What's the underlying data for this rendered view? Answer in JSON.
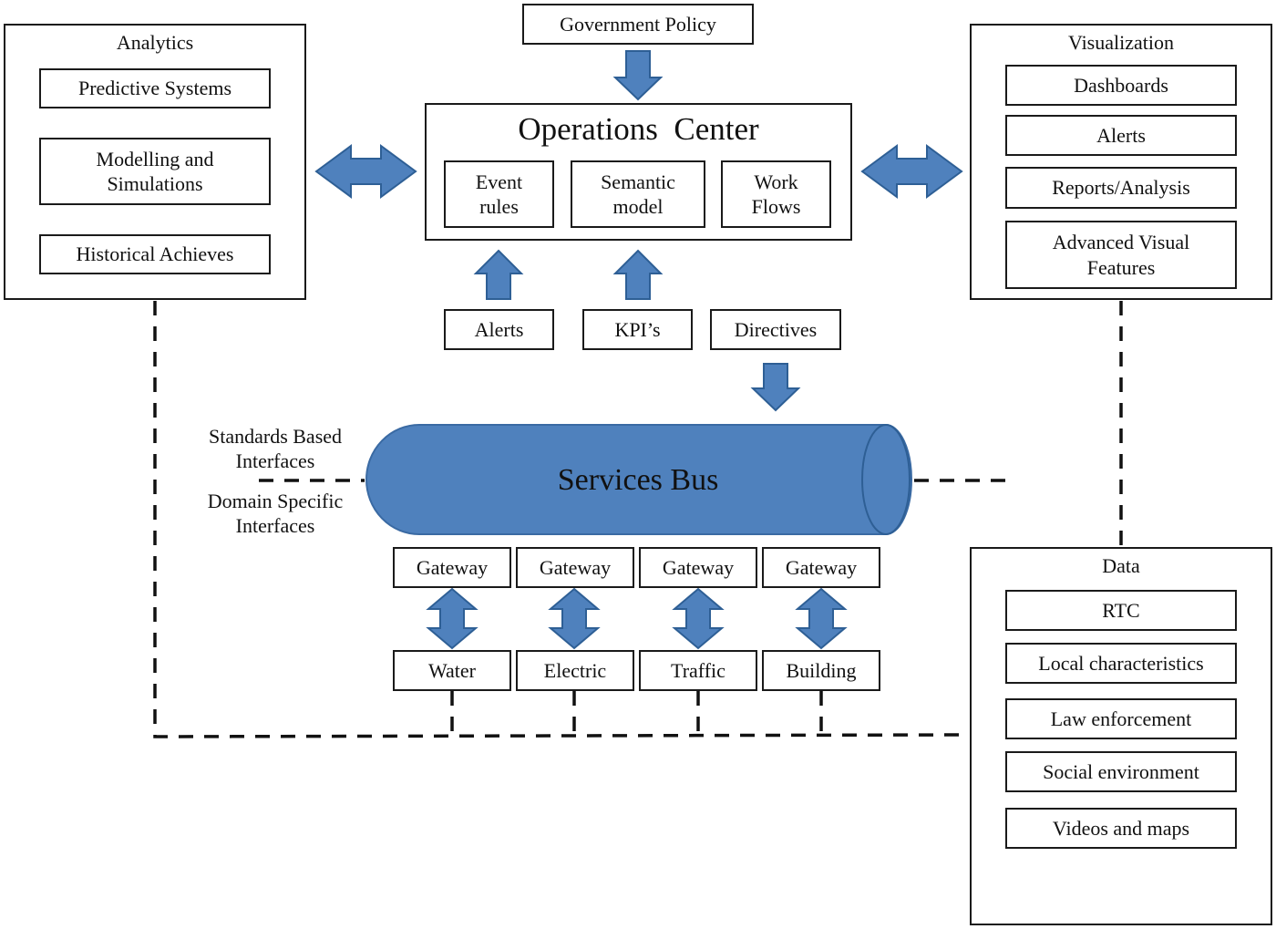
{
  "analytics": {
    "title": "Analytics",
    "items": [
      "Predictive Systems",
      "Modelling  and\nSimulations",
      "Historical Achieves"
    ]
  },
  "government_policy": "Government Policy",
  "operations_center": {
    "title": "Operations  Center",
    "items": [
      "Event\nrules",
      "Semantic\nmodel",
      "Work\nFlows"
    ]
  },
  "visualization": {
    "title": "Visualization",
    "items": [
      "Dashboards",
      "Alerts",
      "Reports/Analysis",
      "Advanced Visual\nFeatures"
    ]
  },
  "inputs": {
    "alerts": "Alerts",
    "kpis": "KPI’s",
    "directives": "Directives"
  },
  "interfaces": {
    "standards": "Standards Based\nInterfaces",
    "domain": "Domain Specific\nInterfaces"
  },
  "services_bus": "Services Bus",
  "gateway_label": "Gateway",
  "domains": [
    "Water",
    "Electric",
    "Traffic",
    "Building"
  ],
  "data": {
    "title": "Data",
    "items": [
      "RTC",
      "Local characteristics",
      "Law enforcement",
      "Social environment",
      "Videos and maps"
    ]
  },
  "colors": {
    "arrow_fill": "#4f81bd",
    "bus_fill": "#4f81bd"
  }
}
